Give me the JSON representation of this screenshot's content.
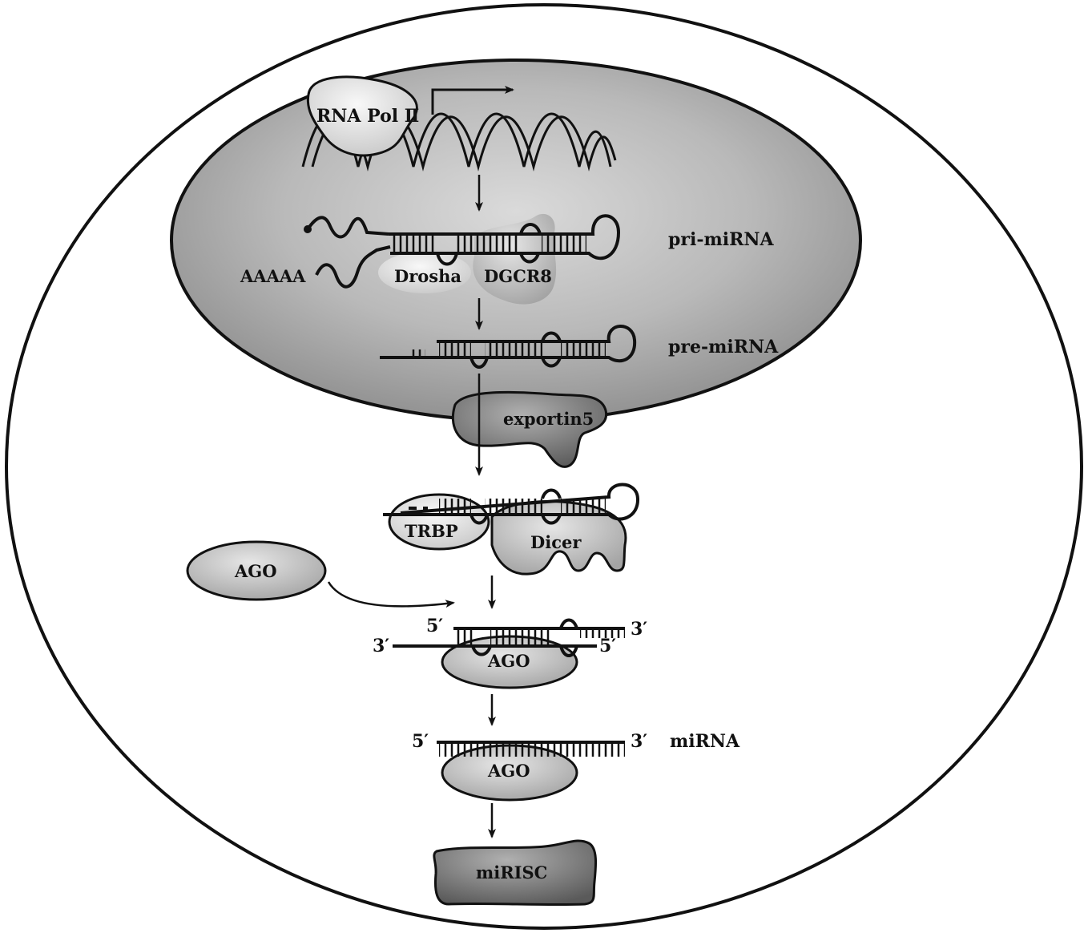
{
  "labels": {
    "rna_pol": "RNA Pol Ⅱ",
    "aaaaa": "AAAAA",
    "drosha": "Drosha",
    "dgcr8": "DGCR8",
    "pri_mirna": "pri-miRNA",
    "pre_mirna": "pre-miRNA",
    "exportin": "exportin5",
    "trbp": "TRBP",
    "dicer": "Dicer",
    "ago_free": "AGO",
    "ago_duplex": "AGO",
    "ago_mirna": "AGO",
    "mirisc": "miRISC",
    "mirna": "miRNA",
    "duplex_top_5": "5′",
    "duplex_top_3": "3′",
    "duplex_bottom_3": "3′",
    "duplex_bottom_5": "5′",
    "mirna_5": "5′",
    "mirna_3": "3′"
  },
  "colors": {
    "cell_fill": "#ffffff",
    "nucleus_fill": "#a8a8a8",
    "light_protein": "#e2e2e2",
    "mid_protein": "#b4b4b4",
    "dark_protein": "#7a7a7a",
    "ink": "#111111"
  }
}
